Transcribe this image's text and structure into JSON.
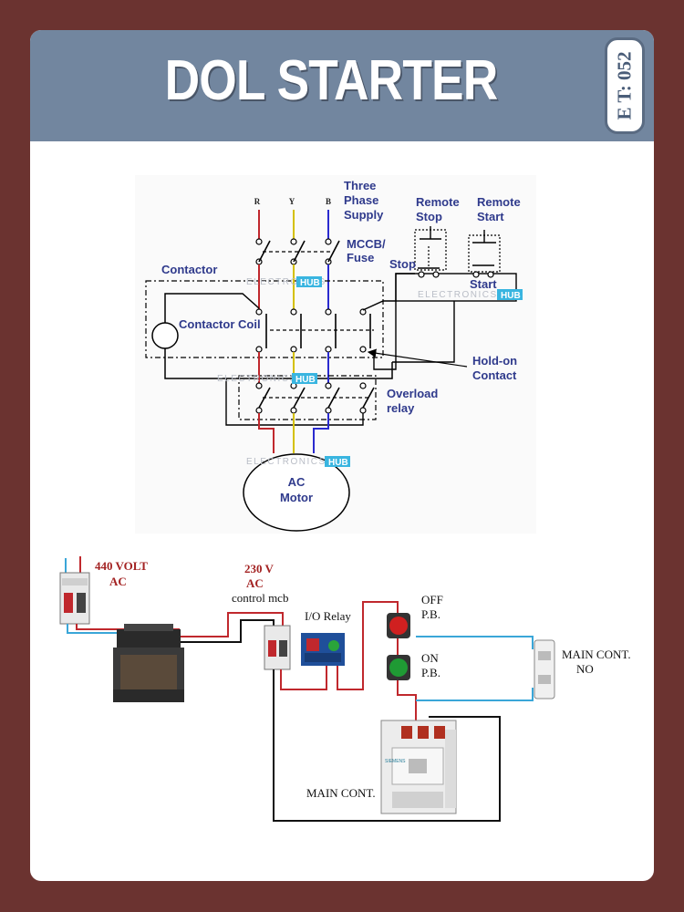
{
  "header": {
    "title": "DOL STARTER",
    "tag": "E T: 052"
  },
  "schematic": {
    "phases": [
      "R",
      "Y",
      "B"
    ],
    "supply_label": [
      "Three",
      "Phase",
      "Supply"
    ],
    "mccb_label": [
      "MCCB/",
      "Fuse"
    ],
    "contactor_label": "Contactor",
    "contactor_coil_label": "Contactor Coil",
    "remote_stop_label": [
      "Remote",
      "Stop"
    ],
    "remote_start_label": [
      "Remote",
      "Start"
    ],
    "stop_label": "Stop",
    "start_label": "Start",
    "hold_on_label": [
      "Hold-on",
      "Contact"
    ],
    "overload_label": [
      "Overload",
      "relay"
    ],
    "motor_label": [
      "AC",
      "Motor"
    ],
    "watermark": {
      "text": "ELECTRONICS",
      "badge": "HUB"
    }
  },
  "wiring": {
    "v440_label": [
      "440 VOLT",
      "AC"
    ],
    "v230_label": [
      "230 V",
      "AC"
    ],
    "control_mcb_label": "control mcb",
    "io_relay_label": "I/O Relay",
    "off_pb_label": [
      "OFF",
      "P.B."
    ],
    "on_pb_label": [
      "ON",
      "P.B."
    ],
    "main_cont_no_label": [
      "MAIN CONT.",
      "NO"
    ],
    "main_cont_label": "MAIN CONT.",
    "brand": "SIEMENS"
  },
  "colors": {
    "page_bg": "#6b3330",
    "header_bg": "#72869f",
    "wire_r": "#c0282d",
    "wire_y": "#d4c000",
    "wire_b": "#2a2acf",
    "wire_blue": "#3aa6d8",
    "label_blue": "#2f3a8c",
    "label_red": "#a32222"
  }
}
